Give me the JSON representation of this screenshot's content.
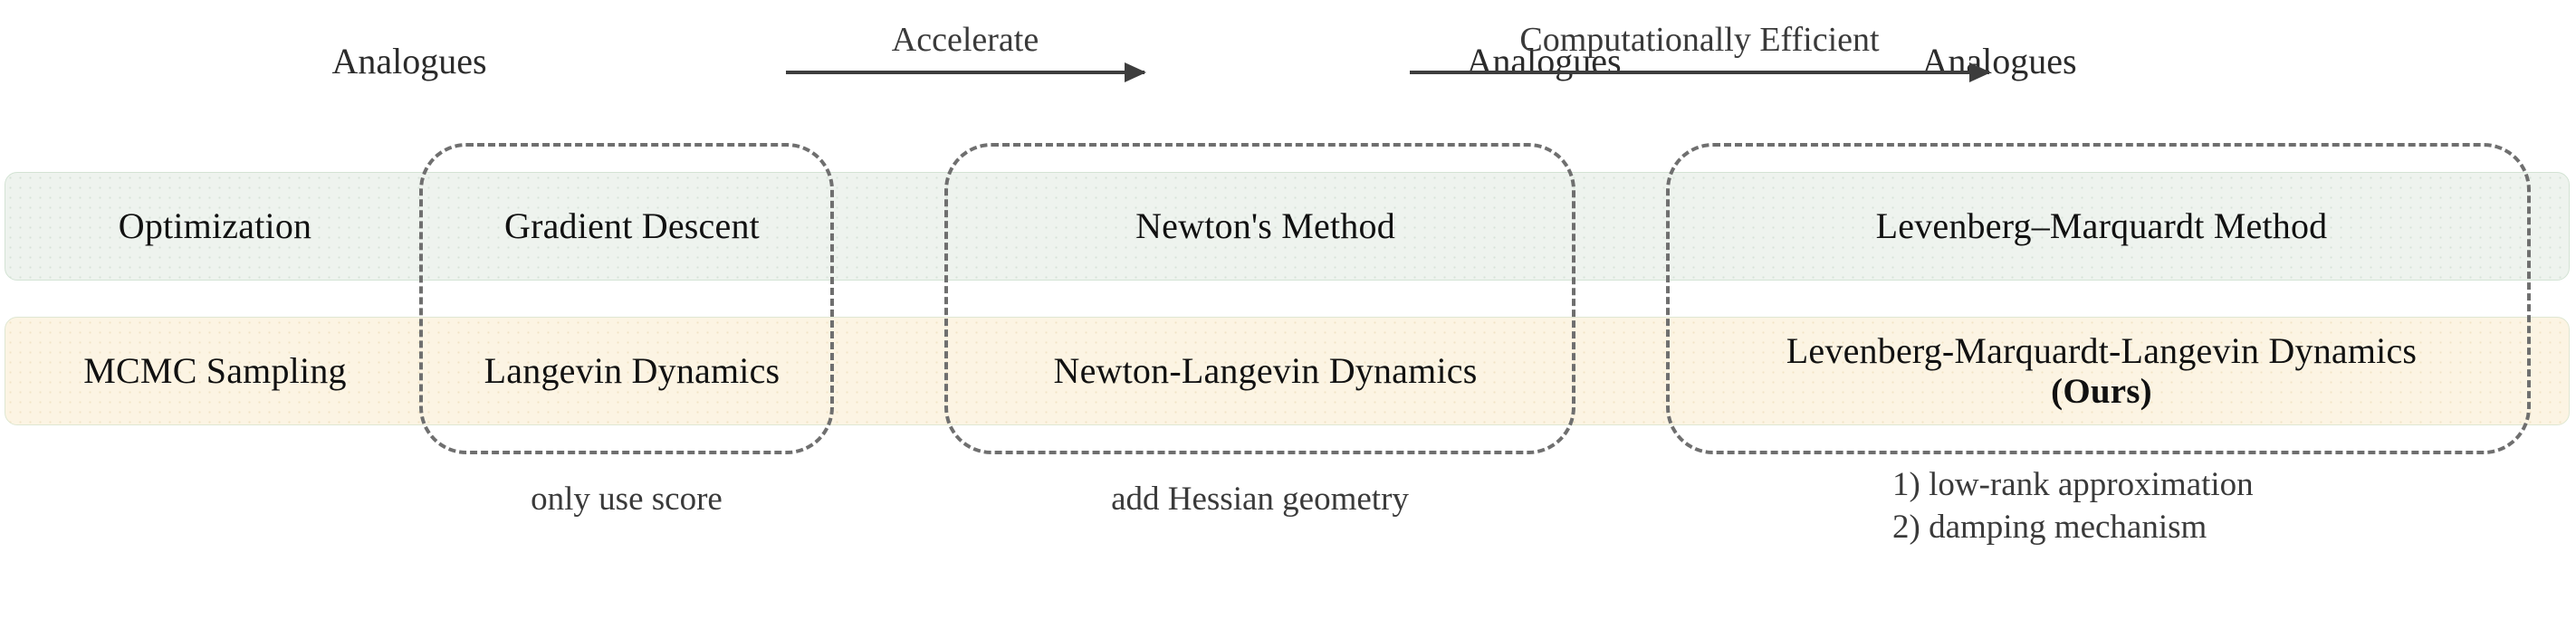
{
  "figure": {
    "top_labels": [
      {
        "text": "Analogues"
      },
      {
        "text": "Analogues"
      },
      {
        "text": "Analogues"
      }
    ],
    "arrows": [
      {
        "label": "Accelerate"
      },
      {
        "label": "Computationally Efficient"
      }
    ],
    "rows": [
      {
        "id": "optimization",
        "header": "Optimization",
        "color": "#eef3ee",
        "cells": [
          "Gradient Descent",
          "Newton's Method",
          "Levenberg–Marquardt Method"
        ]
      },
      {
        "id": "mcmc-sampling",
        "header": "MCMC Sampling",
        "color": "#fcf4e3",
        "cells": [
          "Langevin Dynamics",
          "Newton-Langevin Dynamics",
          "Levenberg-Marquardt-Langevin Dynamics"
        ],
        "ours_badge": "(Ours)"
      }
    ],
    "notes": {
      "column1": "only use score",
      "column2": "add Hessian geometry",
      "column3": [
        "1) low-rank approximation",
        "2) damping mechanism"
      ]
    }
  }
}
